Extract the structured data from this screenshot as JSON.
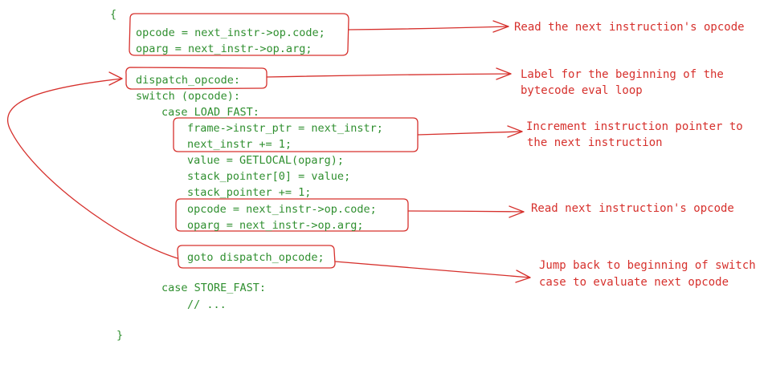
{
  "code": {
    "open_brace": "{",
    "line_opcode": "opcode = next_instr->op.code;",
    "line_oparg": "oparg = next_instr->op.arg;",
    "label_dispatch": "dispatch_opcode:",
    "switch_stmt": "switch (opcode):",
    "case_load_fast": "case LOAD_FAST:",
    "line_instr_ptr": "frame->instr_ptr = next_instr;",
    "line_next_instr": "next_instr += 1;",
    "line_value": "value = GETLOCAL(oparg);",
    "line_stack_assign": "stack_pointer[0] = value;",
    "line_stack_inc": "stack_pointer += 1;",
    "line_opcode_2": "opcode = next_instr->op.code;",
    "line_oparg_2": "oparg = next_instr->op.arg;",
    "line_goto": "goto dispatch_opcode;",
    "case_store_fast": "case STORE_FAST:",
    "comment": "// ...",
    "close_brace": "}"
  },
  "annotations": {
    "read_opcode": "Read the next instruction's opcode",
    "label_line1": "Label for the beginning of the",
    "label_line2": "bytecode eval loop",
    "increment_line1": "Increment instruction pointer to",
    "increment_line2": "the next instruction",
    "read_next": "Read next instruction's opcode",
    "jump_line1": "Jump back to beginning of switch",
    "jump_line2": "case to evaluate next opcode"
  },
  "colors": {
    "code": "#2f8f2f",
    "annotation": "#d6302c",
    "background": "#ffffff"
  }
}
